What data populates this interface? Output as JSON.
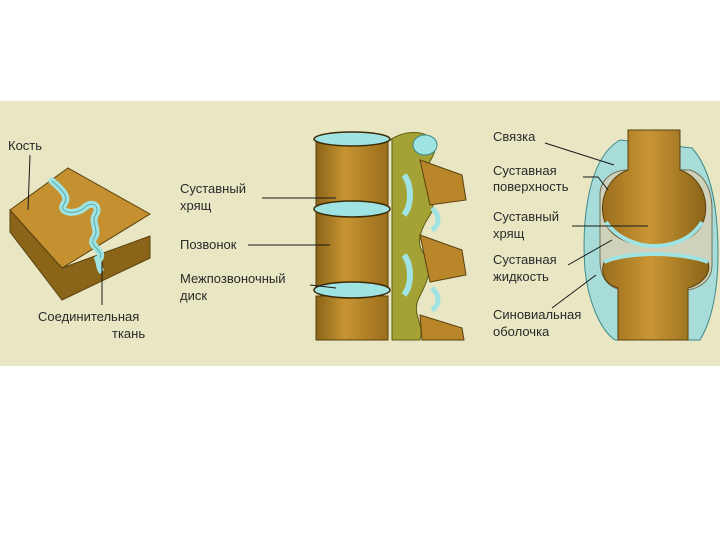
{
  "labels": {
    "bone": "Кость",
    "connective_1": "Соединительная",
    "connective_2": "ткань",
    "cartilage_spine_1": "Суставный",
    "cartilage_spine_2": "хрящ",
    "vertebra": "Позвонок",
    "disc_1": "Межпозвоночный",
    "disc_2": "диск",
    "ligament": "Связка",
    "surface_1": "Суставная",
    "surface_2": "поверхность",
    "cartilage_joint_1": "Суставный",
    "cartilage_joint_2": "хрящ",
    "fluid_1": "Суставная",
    "fluid_2": "жидкость",
    "membrane_1": "Синовиальная",
    "membrane_2": "оболочка"
  },
  "colors": {
    "panel": "#e8e6c3",
    "bone": "#b9872a",
    "bone_dark": "#8a6418",
    "bone_light": "#d3a445",
    "cartilage": "#9fe3e3",
    "membrane": "#a8dcd8",
    "fluid": "#cfd1ba",
    "olive": "#9a9a2e"
  }
}
